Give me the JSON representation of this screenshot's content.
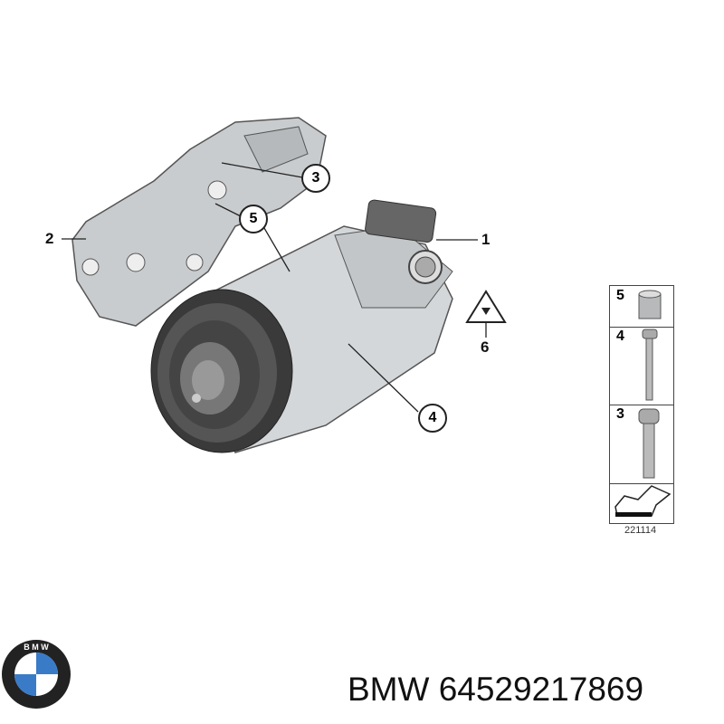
{
  "callouts": {
    "c1": "1",
    "c2": "2",
    "c3": "3",
    "c4": "4",
    "c5": "5",
    "c6": "6"
  },
  "panel": {
    "items": [
      {
        "num": "5",
        "part": "sleeve-icon"
      },
      {
        "num": "4",
        "part": "bolt-icon"
      },
      {
        "num": "3",
        "part": "flange-bolt-icon"
      }
    ],
    "reference": "221114"
  },
  "brand": {
    "name": "BMW",
    "part_number": "64529217869",
    "caption": "BMW 64529217869"
  }
}
